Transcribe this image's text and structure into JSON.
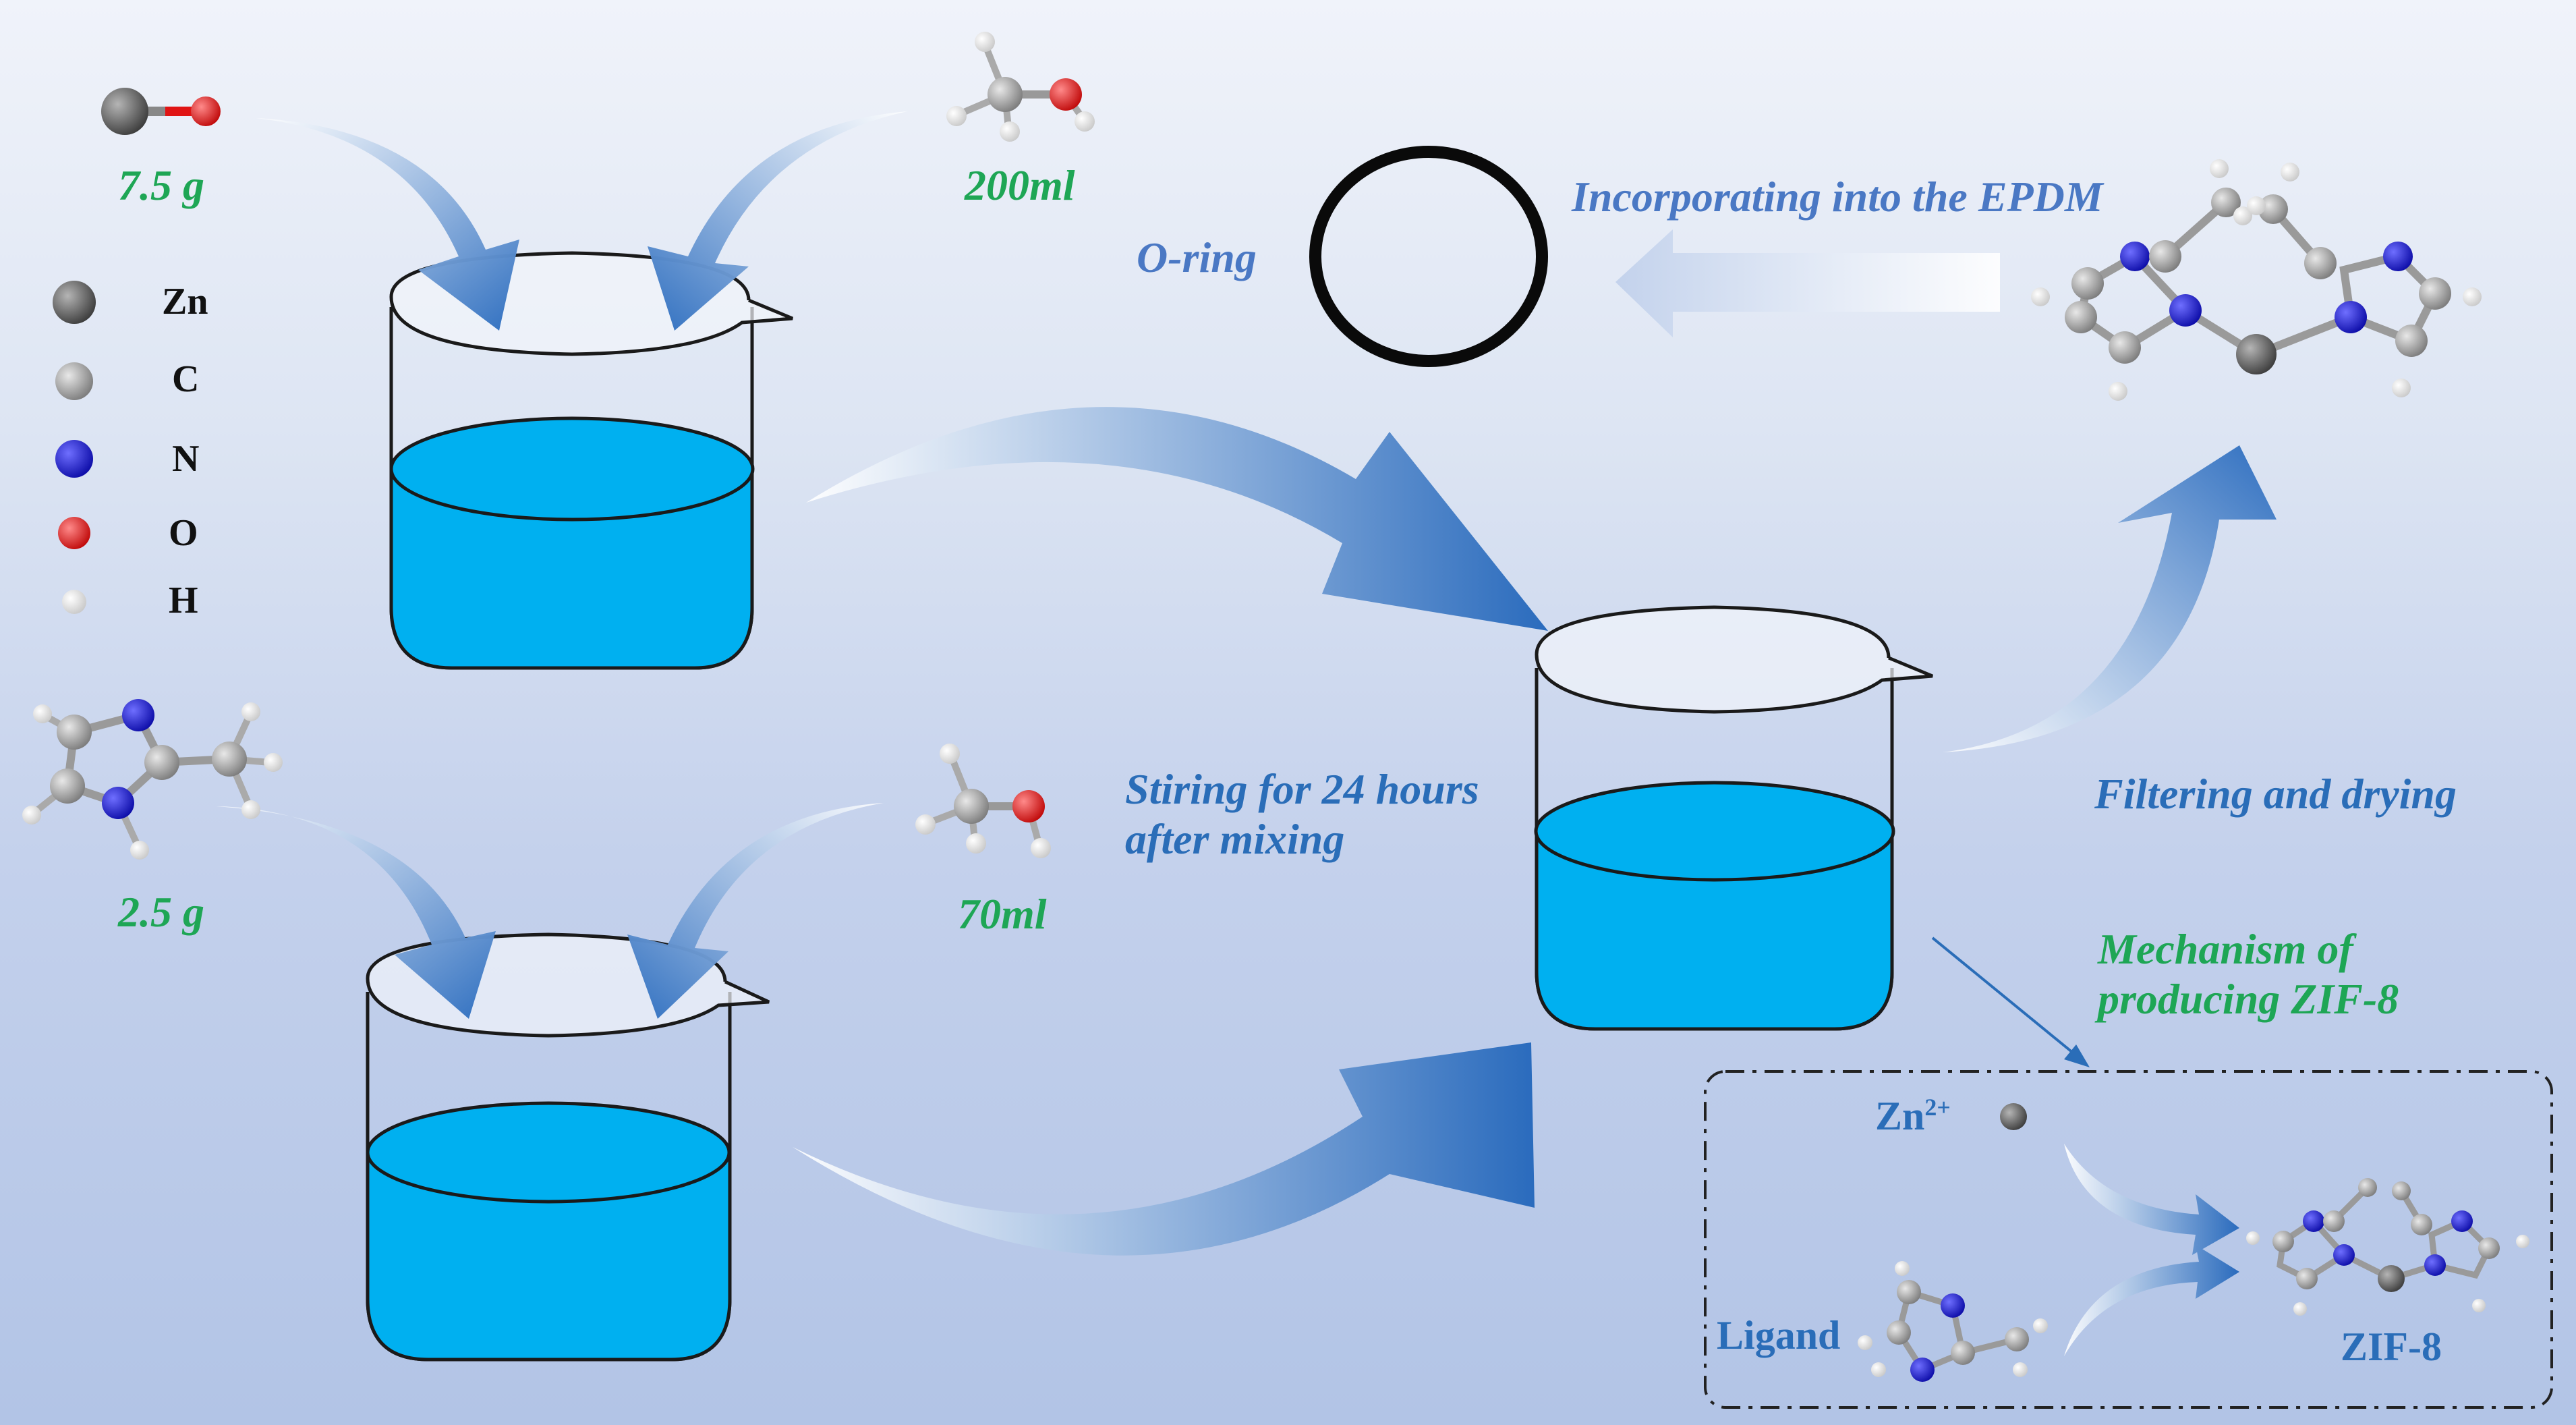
{
  "amounts": {
    "zinc_salt_mass": "7.5 g",
    "methanol_volume_1": "200ml",
    "ligand_mass": "2.5 g",
    "methanol_volume_2": "70ml"
  },
  "legend": [
    {
      "symbol": "Zn",
      "color": "#555555"
    },
    {
      "symbol": "C",
      "color": "#8f8f8f"
    },
    {
      "symbol": "N",
      "color": "#1a1ad0"
    },
    {
      "symbol": "O",
      "color": "#e01414"
    },
    {
      "symbol": "H",
      "color": "#f4f4f4"
    }
  ],
  "steps": {
    "stirring": "Stiring for 24 hours after mixing",
    "filtering": "Filtering and drying",
    "incorporating": "Incorporating into the EPDM",
    "o_ring": "O-ring",
    "mechanism": "Mechanism of producing ZIF-8"
  },
  "mechanism_box": {
    "zn_ion": "Zn",
    "zn_charge": "2+",
    "ligand": "Ligand",
    "product": "ZIF-8"
  },
  "colors": {
    "liquid": "#00b0f0",
    "arrow": "#3a78c4",
    "green_text": "#1ea655",
    "blue_text": "#2a6db8"
  }
}
